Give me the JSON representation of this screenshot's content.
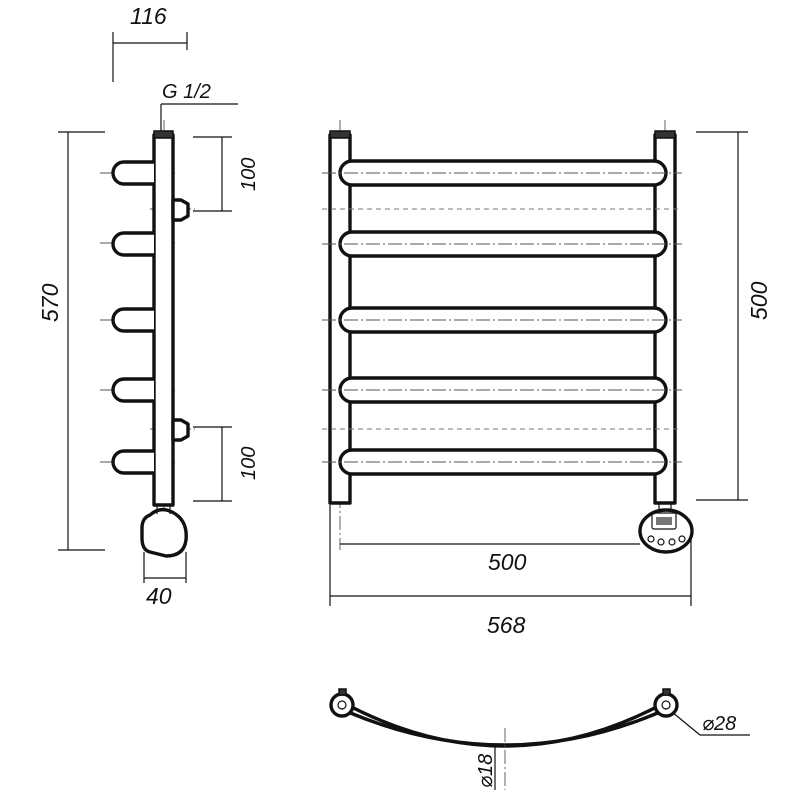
{
  "side_view": {
    "depth": "116",
    "connection_thread": "G 1/2",
    "overall_height": "570",
    "upper_connector_offset": "100",
    "lower_connector_offset": "100",
    "heater_depth": "40"
  },
  "front_view": {
    "center_height": "500",
    "center_width": "500",
    "overall_width": "568"
  },
  "top_view": {
    "riser_diameter": "⌀28",
    "rail_diameter": "⌀18"
  }
}
